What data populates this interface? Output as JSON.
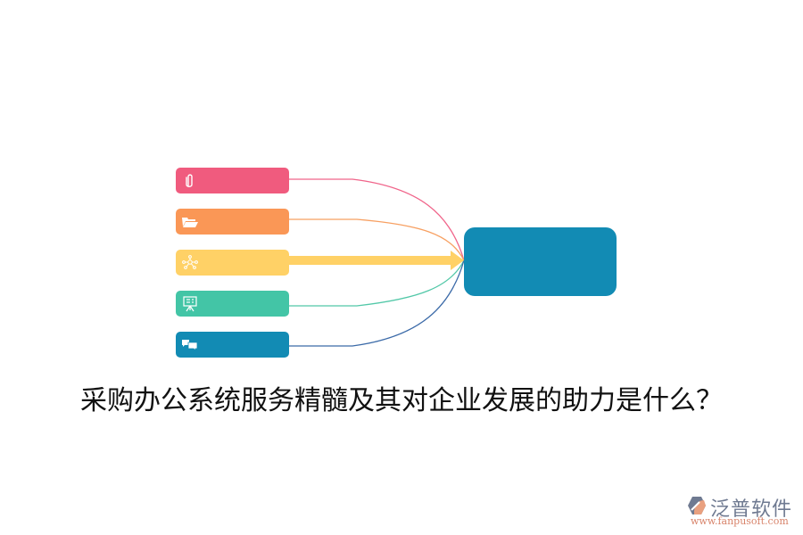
{
  "diagram": {
    "title": "采购办公系统服务精髓及其对企业发展的助力是什么？",
    "center_node": {
      "label": "",
      "color": "#128bb4"
    },
    "nodes": [
      {
        "icon": "paperclip-icon",
        "label": "",
        "color": "#f05b7e",
        "line_color": "#f0648a"
      },
      {
        "icon": "folder-open-icon",
        "label": "",
        "color": "#fa9756",
        "line_color": "#f7a062"
      },
      {
        "icon": "network-icon",
        "label": "",
        "color": "#ffd166",
        "line_color": "#ffd166",
        "emphasized": true
      },
      {
        "icon": "presentation-board-icon",
        "label": "",
        "color": "#43c5a6",
        "line_color": "#52c8a8"
      },
      {
        "icon": "chat-bubbles-icon",
        "label": "",
        "color": "#128bb4",
        "line_color": "#3b6aa8"
      }
    ]
  },
  "watermark": {
    "brand": "泛普软件",
    "url": "www.fanpusoft.com"
  }
}
